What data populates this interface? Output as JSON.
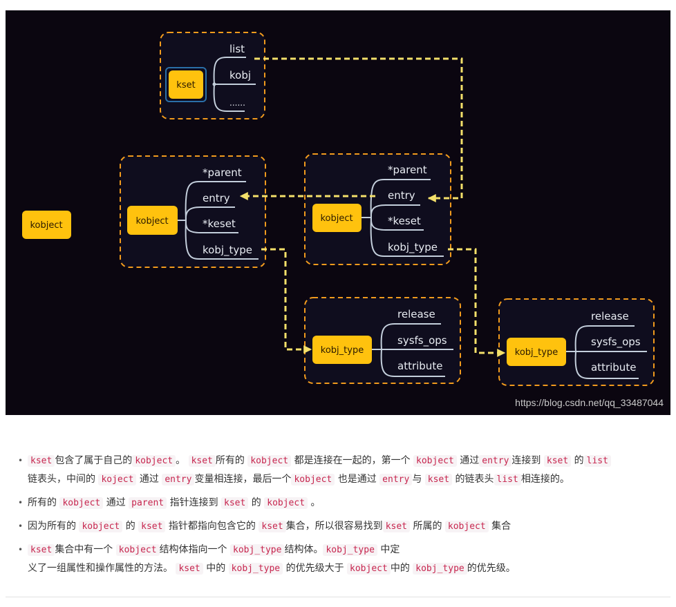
{
  "diagram": {
    "kset_group": {
      "box": "kset",
      "fields": [
        "list",
        "kobj",
        "......"
      ]
    },
    "standalone_box": "kobject",
    "left_kobject_group": {
      "box": "kobject",
      "fields": [
        "*parent",
        "entry",
        "*keset",
        "kobj_type"
      ]
    },
    "right_kobject_group": {
      "box": "kobject",
      "fields": [
        "*parent",
        "entry",
        "*keset",
        "kobj_type"
      ]
    },
    "left_kobj_type_group": {
      "box": "kobj_type",
      "fields": [
        "release",
        "sysfs_ops",
        "attribute"
      ]
    },
    "right_kobj_type_group": {
      "box": "kobj_type",
      "fields": [
        "release",
        "sysfs_ops",
        "attribute"
      ]
    },
    "watermark": "https://blog.csdn.net/qq_33487044"
  },
  "colors": {
    "accent_box": "#ffc20e",
    "dashed_frame": "#f29b1d",
    "arrow": "#f4e06a",
    "line": "#c4cfdc",
    "background": "#0b0610"
  },
  "notes": [
    [
      {
        "c": "kset"
      },
      {
        "t": "包含了属于自己的"
      },
      {
        "c": "kobject"
      },
      {
        "t": "。 "
      },
      {
        "c": "kset"
      },
      {
        "t": "所有的 "
      },
      {
        "c": "kobject"
      },
      {
        "t": " 都是连接在一起的，第一个 "
      },
      {
        "c": "kobject"
      },
      {
        "t": " 通过"
      },
      {
        "c": "entry"
      },
      {
        "t": "连接到 "
      },
      {
        "c": "kset"
      },
      {
        "t": " 的"
      },
      {
        "c": "list"
      },
      {
        "br": true
      },
      {
        "t": "链表头，中间的 "
      },
      {
        "c": "koject"
      },
      {
        "t": " 通过 "
      },
      {
        "c": "entry"
      },
      {
        "t": "变量相连接，最后一个"
      },
      {
        "c": "kobject"
      },
      {
        "t": " 也是通过 "
      },
      {
        "c": "entry"
      },
      {
        "t": "与 "
      },
      {
        "c": "kset"
      },
      {
        "t": " 的链表头"
      },
      {
        "c": "list"
      },
      {
        "t": "相连接的。"
      }
    ],
    [
      {
        "t": "所有的 "
      },
      {
        "c": "kobject"
      },
      {
        "t": " 通过 "
      },
      {
        "c": "parent"
      },
      {
        "t": " 指针连接到 "
      },
      {
        "c": "kset"
      },
      {
        "t": " 的 "
      },
      {
        "c": "kobject"
      },
      {
        "t": " 。"
      }
    ],
    [
      {
        "t": "因为所有的 "
      },
      {
        "c": "kobject"
      },
      {
        "t": " 的 "
      },
      {
        "c": "kset"
      },
      {
        "t": " 指针都指向包含它的 "
      },
      {
        "c": "kset"
      },
      {
        "t": "集合，所以很容易找到"
      },
      {
        "c": "kset"
      },
      {
        "t": " 所属的 "
      },
      {
        "c": "kobject"
      },
      {
        "t": " 集合"
      }
    ],
    [
      {
        "c": "kset"
      },
      {
        "t": "集合中有一个 "
      },
      {
        "c": "kobject"
      },
      {
        "t": "结构体指向一个 "
      },
      {
        "c": "kobj_type"
      },
      {
        "t": "结构体。"
      },
      {
        "c": "kobj_type"
      },
      {
        "t": " 中定"
      },
      {
        "br": true
      },
      {
        "t": "义了一组属性和操作属性的方法。 "
      },
      {
        "c": "kset"
      },
      {
        "t": " 中的 "
      },
      {
        "c": "kobj_type"
      },
      {
        "t": " 的优先级大于 "
      },
      {
        "c": "kobject"
      },
      {
        "t": "中的 "
      },
      {
        "c": "kobj_type"
      },
      {
        "t": "的优先级。"
      }
    ]
  ]
}
